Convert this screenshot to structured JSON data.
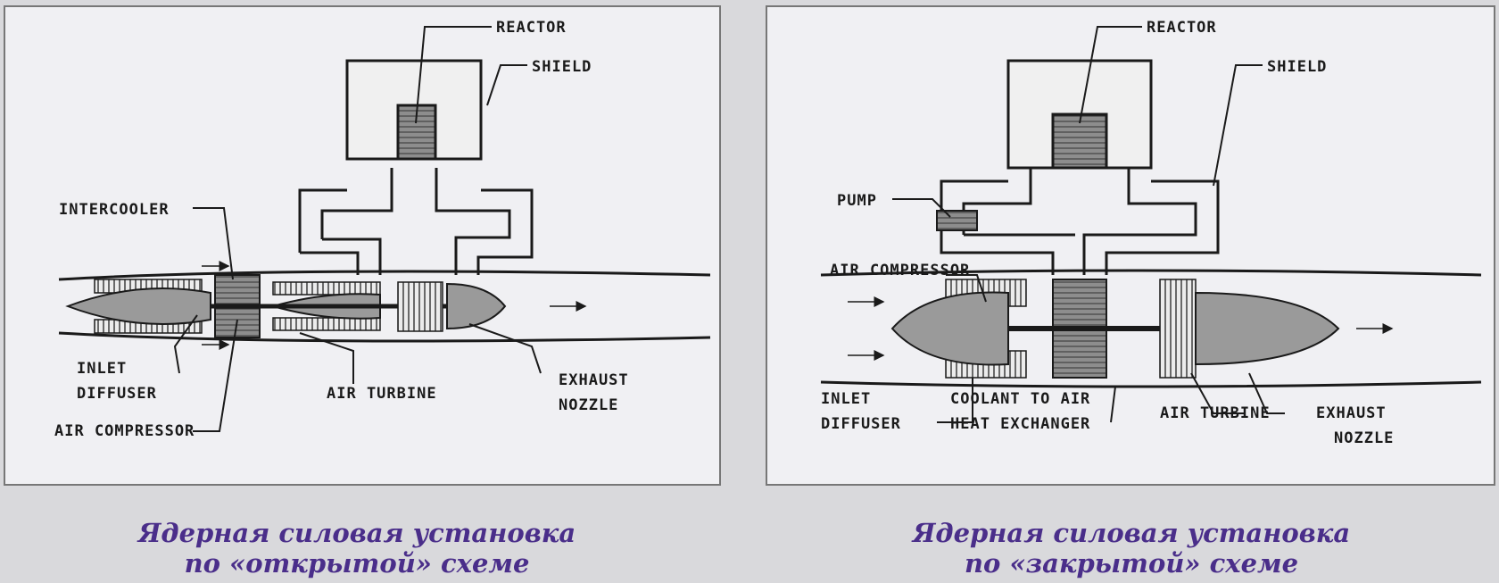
{
  "left": {
    "labels": {
      "reactor": "REACTOR",
      "shield": "SHIELD",
      "intercooler": "INTERCOOLER",
      "inlet": "INLET",
      "diffuser": "DIFFUSER",
      "air_compressor": "AIR COMPRESSOR",
      "air_turbine": "AIR TURBINE",
      "exhaust": "EXHAUST",
      "nozzle": "NOZZLE"
    },
    "caption_line1": "Ядерная силовая установка",
    "caption_line2": "по «открытой» схеме"
  },
  "right": {
    "labels": {
      "reactor": "REACTOR",
      "shield": "SHIELD",
      "pump": "PUMP",
      "air_compressor": "AIR COMPRESSOR",
      "inlet": "INLET",
      "diffuser": "DIFFUSER",
      "coolant_line1": "COOLANT TO AIR",
      "coolant_line2": "HEAT EXCHANGER",
      "air_turbine": "AIR TURBINE",
      "exhaust": "EXHAUST",
      "nozzle": "NOZZLE"
    },
    "caption_line1": "Ядерная силовая установка",
    "caption_line2": "по «закрытой» схеме"
  },
  "colors": {
    "caption": "#4a2e8a",
    "line": "#1a1a1a",
    "fill": "#9a9a9a"
  }
}
